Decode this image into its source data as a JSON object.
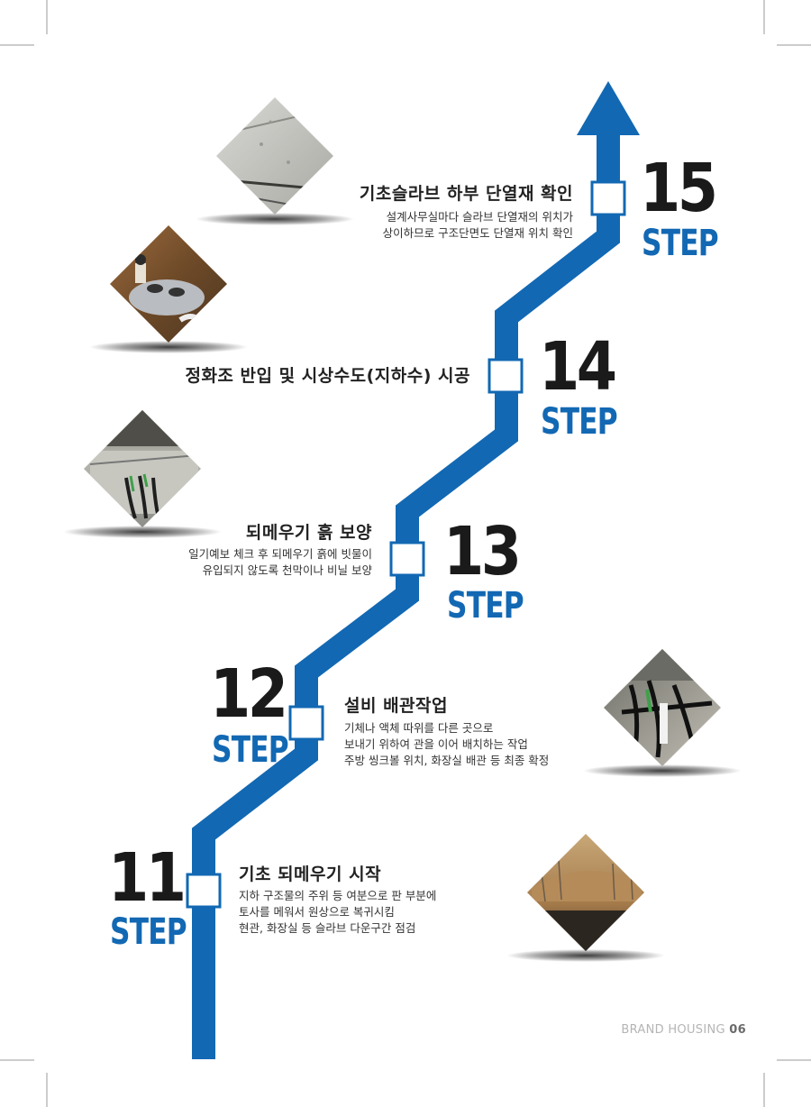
{
  "steps": [
    {
      "number": "15",
      "step_word": "STEP",
      "title": "기초슬라브 하부 단열재 확인",
      "desc": [
        "설계사무실마다 슬라브 단열재의 위치가",
        "상이하므로 구조단면도 단열재 위치 확인"
      ]
    },
    {
      "number": "14",
      "step_word": "STEP",
      "title": "정화조 반입 및 시상수도(지하수) 시공",
      "desc": []
    },
    {
      "number": "13",
      "step_word": "STEP",
      "title": "되메우기 흙 보양",
      "desc": [
        "일기예보 체크 후 되메우기 흙에 빗물이",
        "유입되지 않도록 천막이나 비닐 보양"
      ]
    },
    {
      "number": "12",
      "step_word": "STEP",
      "title": "설비 배관작업",
      "desc": [
        "기체나 액체 따위를 다른 곳으로",
        "보내기 위하여 관을 이어 배치하는 작업",
        "주방 씽크볼 위치, 화장실 배관 등 최종 확정"
      ]
    },
    {
      "number": "11",
      "step_word": "STEP",
      "title": "기초 되메우기 시작",
      "desc": [
        "지하 구조물의 주위 등 여분으로 판 부분에",
        "토사를 메워서 원상으로 복귀시킴",
        "현관, 화장실 등 슬라브 다운구간 점검"
      ]
    }
  ],
  "footer": {
    "brand": "BRAND HOUSING",
    "page": "06"
  },
  "colors": {
    "accent": "#1268b3",
    "text": "#222222"
  }
}
